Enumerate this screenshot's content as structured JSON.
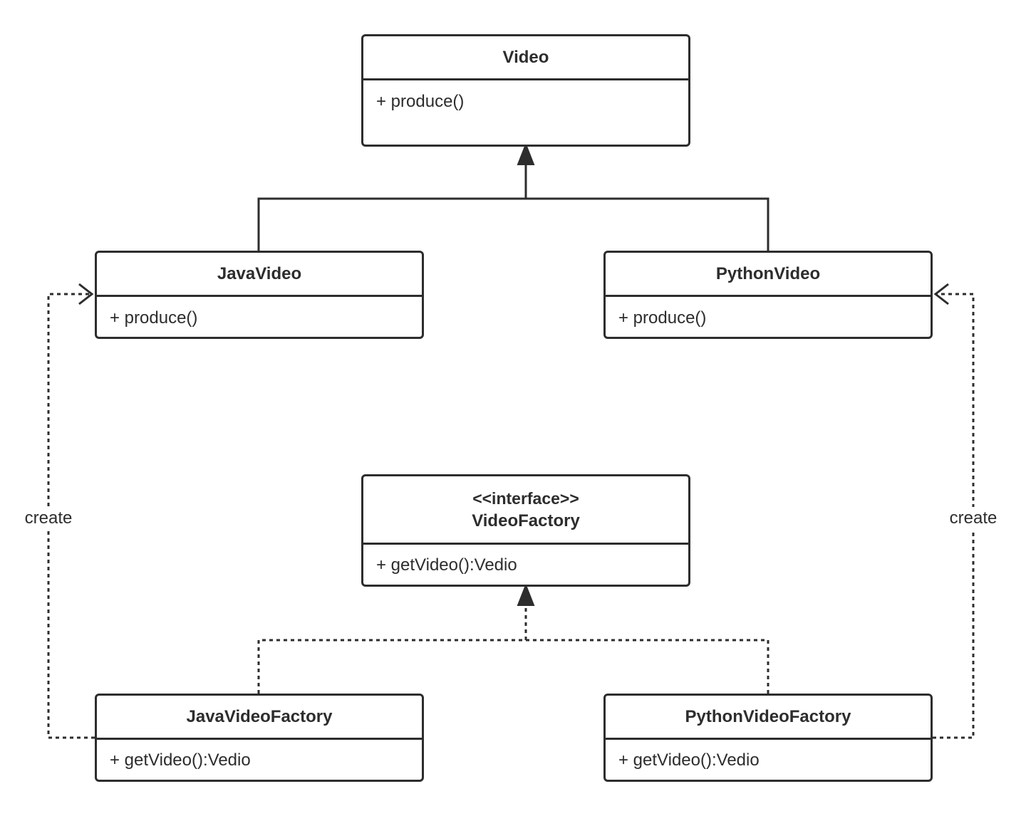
{
  "classes": {
    "video": {
      "name": "Video",
      "member": "+ produce()"
    },
    "java_video": {
      "name": "JavaVideo",
      "member": "+ produce()"
    },
    "python_video": {
      "name": "PythonVideo",
      "member": "+ produce()"
    },
    "video_factory": {
      "stereotype": "<<interface>>",
      "name": "VideoFactory",
      "member": "+ getVideo():Vedio"
    },
    "java_video_factory": {
      "name": "JavaVideoFactory",
      "member": "+ getVideo():Vedio"
    },
    "python_video_factory": {
      "name": "PythonVideoFactory",
      "member": "+ getVideo():Vedio"
    }
  },
  "relations": {
    "left_create_label": "create",
    "right_create_label": "create"
  },
  "colors": {
    "stroke": "#2d2d2d",
    "background": "#ffffff"
  }
}
